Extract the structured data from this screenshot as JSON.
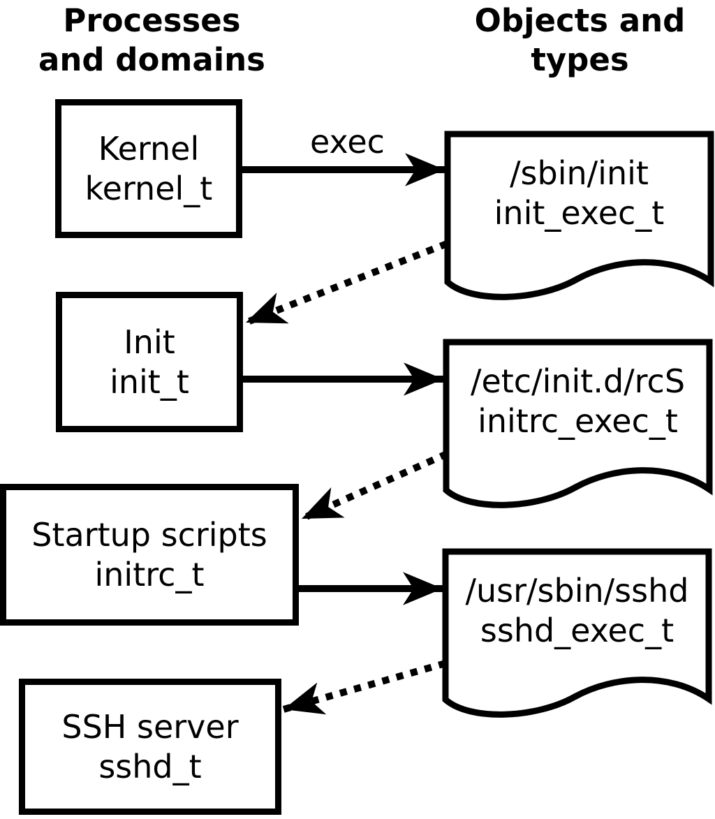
{
  "headings": {
    "left": {
      "line1": "Processes",
      "line2": "and domains"
    },
    "right": {
      "line1": "Objects and",
      "line2": "types"
    }
  },
  "arrow_labels": {
    "exec": "exec"
  },
  "processes": [
    {
      "name": "Kernel",
      "type": "kernel_t"
    },
    {
      "name": "Init",
      "type": "init_t"
    },
    {
      "name": "Startup scripts",
      "type": "initrc_t"
    },
    {
      "name": "SSH server",
      "type": "sshd_t"
    }
  ],
  "objects": [
    {
      "path": "/sbin/init",
      "type": "init_exec_t"
    },
    {
      "path": "/etc/init.d/rcS",
      "type": "initrc_exec_t"
    },
    {
      "path": "/usr/sbin/sshd",
      "type": "sshd_exec_t"
    }
  ],
  "edges": {
    "solid": [
      {
        "from": "kernel_t",
        "to": "init_exec_t",
        "label": "exec"
      },
      {
        "from": "init_t",
        "to": "initrc_exec_t",
        "label": ""
      },
      {
        "from": "initrc_t",
        "to": "sshd_exec_t",
        "label": ""
      }
    ],
    "dotted": [
      {
        "from": "init_exec_t",
        "to": "init_t"
      },
      {
        "from": "initrc_exec_t",
        "to": "initrc_t"
      },
      {
        "from": "sshd_exec_t",
        "to": "sshd_t"
      }
    ]
  },
  "colors": {
    "foreground": "#000000",
    "background": "#ffffff"
  }
}
